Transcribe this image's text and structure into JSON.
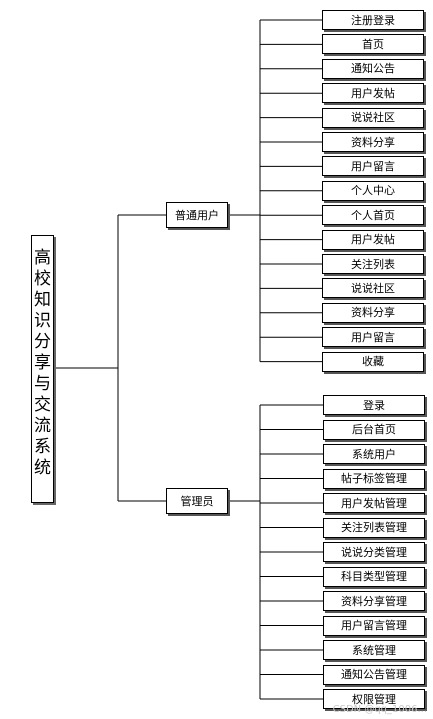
{
  "root": {
    "title": "高校知识分享与交流系统"
  },
  "groups": [
    {
      "label": "普通用户",
      "items": [
        "注册登录",
        "首页",
        "通知公告",
        "用户发帖",
        "说说社区",
        "资料分享",
        "用户留言",
        "个人中心",
        "个人首页",
        "用户发帖",
        "关注列表",
        "说说社区",
        "资料分享",
        "用户留言",
        "收藏"
      ]
    },
    {
      "label": "管理员",
      "items": [
        "登录",
        "后台首页",
        "系统用户",
        "帖子标签管理",
        "用户发帖管理",
        "关注列表管理",
        "说说分类管理",
        "科目类型管理",
        "资料分享管理",
        "用户留言管理",
        "系统管理",
        "通知公告管理",
        "权限管理"
      ]
    }
  ],
  "watermark": "CSDN @qq_1006..."
}
